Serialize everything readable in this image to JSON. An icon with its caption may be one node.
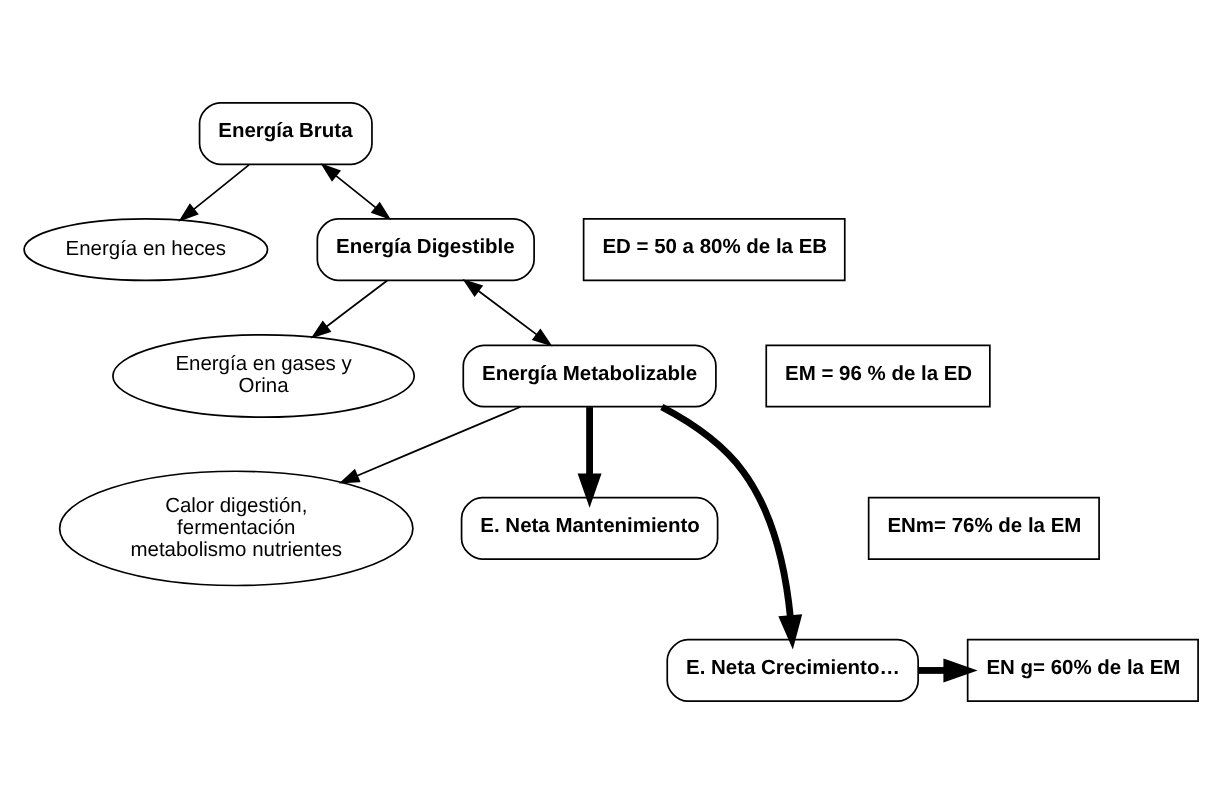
{
  "diagram": {
    "nodes": [
      {
        "text": [
          "Energía Bruta"
        ]
      },
      {
        "text": [
          "Energía en heces"
        ]
      },
      {
        "text": [
          "Energía Digestible"
        ]
      },
      {
        "text": [
          "ED = 50 a 80% de la EB"
        ]
      },
      {
        "text": [
          "Energía en gases y Orina"
        ]
      },
      {
        "text": [
          "Energía Metabolizable"
        ]
      },
      {
        "text": [
          "EM = 96 % de la ED"
        ]
      },
      {
        "text": [
          "Calor digestión, fermentación metabolismo nutrientes"
        ]
      },
      {
        "text": [
          "E. Neta Mantenimiento"
        ]
      },
      {
        "text": [
          "ENm= 76% de la EM"
        ]
      },
      {
        "text": [
          "E. Neta Crecimiento…"
        ]
      },
      {
        "text": [
          "EN g= 60% de la EM"
        ]
      }
    ],
    "edges": [
      {
        "from": 0,
        "to": 2,
        "arrow": "both"
      },
      {
        "from": 0,
        "to": 1,
        "arrow": "to"
      },
      {
        "from": 2,
        "to": 5,
        "arrow": "both"
      },
      {
        "from": 2,
        "to": 4,
        "arrow": "to"
      },
      {
        "from": 5,
        "to": 7,
        "arrow": "to"
      },
      {
        "from": 5,
        "to": 8,
        "arrow": "to",
        "style": "thick"
      },
      {
        "from": 5,
        "to": 10,
        "arrow": "to",
        "style": "thick"
      },
      {
        "from": 10,
        "to": 11,
        "arrow": "to",
        "style": "thick"
      }
    ]
  }
}
